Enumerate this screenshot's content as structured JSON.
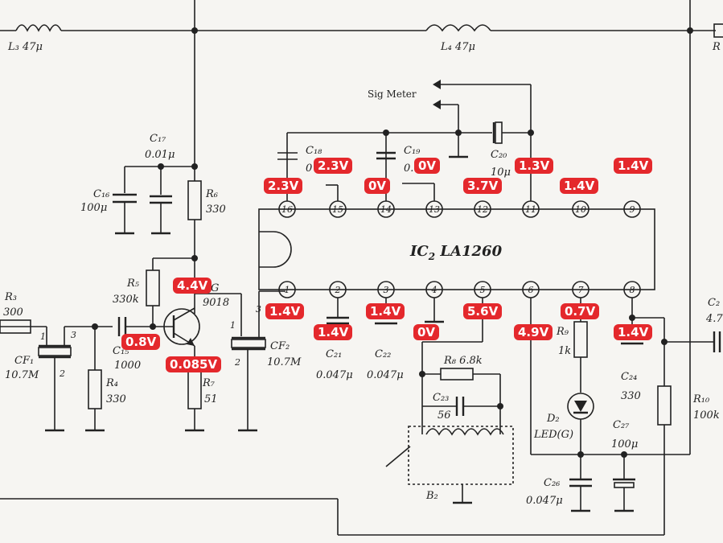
{
  "ic": {
    "title": "IC",
    "sub": "2",
    "model": " LA1260",
    "top_pins": [
      "16",
      "15",
      "14",
      "13",
      "12",
      "11",
      "10",
      "9"
    ],
    "bottom_pins": [
      "1",
      "2",
      "3",
      "4",
      "5",
      "6",
      "7",
      "8"
    ]
  },
  "labels": {
    "l3": "L₃ 47μ",
    "l4": "L₄ 47μ",
    "sig_meter": "Sig Meter",
    "c17": "C₁₇",
    "c17v": "0.01μ",
    "c16": "C₁₆",
    "c16v": "100μ",
    "r6": "R₆",
    "r6v": "330",
    "r5": "R₅",
    "r5v": "330k",
    "q": "9018",
    "qg": "G",
    "r3": "R₃",
    "r3v": "300",
    "cf1": "CF₁",
    "cf1v": "10.7M",
    "r4": "R₄",
    "r4v": "330",
    "c15": "C₁₅",
    "c15v": "1000",
    "r7": "R₇",
    "r7v": "51",
    "cf2": "CF₂",
    "cf2v": "10.7M",
    "c18": "C₁₈",
    "c18v": "0",
    "c19": "C₁₉",
    "c19v": "0.",
    "c20": "C₂₀",
    "c20v": "10μ",
    "c21": "C₂₁",
    "c21v": "0.047μ",
    "c22": "C₂₂",
    "c22v": "0.047μ",
    "r8": "R₈ 6.8k",
    "c23": "C₂₃",
    "c23v": "56",
    "r9": "R₉",
    "r9v": "1k",
    "d2": "D₂",
    "d2v": "LED(G)",
    "c24": "C₂₄",
    "c24v": "330",
    "c27": "C₂₇",
    "c27v": "100μ",
    "c26": "C₂₆",
    "c26v": "0.047μ",
    "b2": "B₂",
    "r10": "R₁₀",
    "r10v": "100k",
    "c_right": "C₂",
    "c_right_v": "4.7",
    "r_right": "R",
    "pin1": "1",
    "pin2": "2",
    "pin3": "3",
    "cf2p1": "1",
    "cf2p2": "2",
    "cf2p3": "3",
    "cf1p2": "2",
    "cf1p3": "3"
  },
  "voltages": {
    "v_p15": "2.3V",
    "v_p13": "0V",
    "v_p11": "1.3V",
    "v_p9": "1.4V",
    "v_p16": "2.3V",
    "v_p14": "0V",
    "v_p12": "3.7V",
    "v_p10": "1.4V",
    "v_collector": "4.4V",
    "v_base": "0.8V",
    "v_emitter": "0.085V",
    "v_p1": "1.4V",
    "v_p2": "1.4V",
    "v_p3": "1.4V",
    "v_p4": "0V",
    "v_p5": "5.6V",
    "v_p6": "4.9V",
    "v_p7": "0.7V",
    "v_p8": "1.4V"
  },
  "colors": {
    "badge": "#e4282c",
    "ink": "#222222",
    "paper": "#f6f5f2"
  }
}
